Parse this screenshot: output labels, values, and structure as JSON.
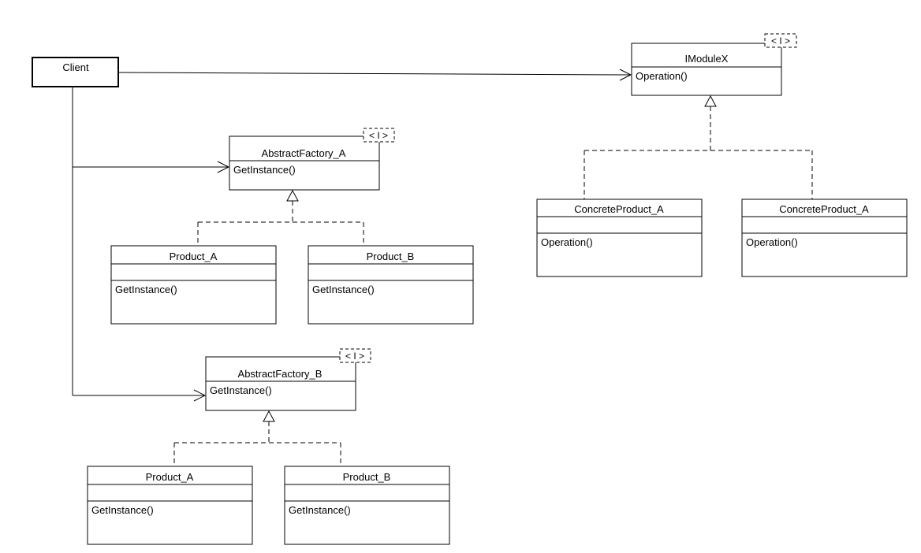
{
  "client": {
    "label": "Client"
  },
  "interface_module": {
    "name": "IModuleX",
    "stereotype": "< I >",
    "operation": "Operation()"
  },
  "concrete_products": [
    {
      "name": "ConcreteProduct_A",
      "operation": "Operation()"
    },
    {
      "name": "ConcreteProduct_A",
      "operation": "Operation()"
    }
  ],
  "factory_a": {
    "name": "AbstractFactory_A",
    "stereotype": "< I >",
    "operation": "GetInstance()",
    "products": [
      {
        "name": "Product_A",
        "operation": "GetInstance()"
      },
      {
        "name": "Product_B",
        "operation": "GetInstance()"
      }
    ]
  },
  "factory_b": {
    "name": "AbstractFactory_B",
    "stereotype": "< I >",
    "operation": "GetInstance()",
    "products": [
      {
        "name": "Product_A",
        "operation": "GetInstance()"
      },
      {
        "name": "Product_B",
        "operation": "GetInstance()"
      }
    ]
  }
}
